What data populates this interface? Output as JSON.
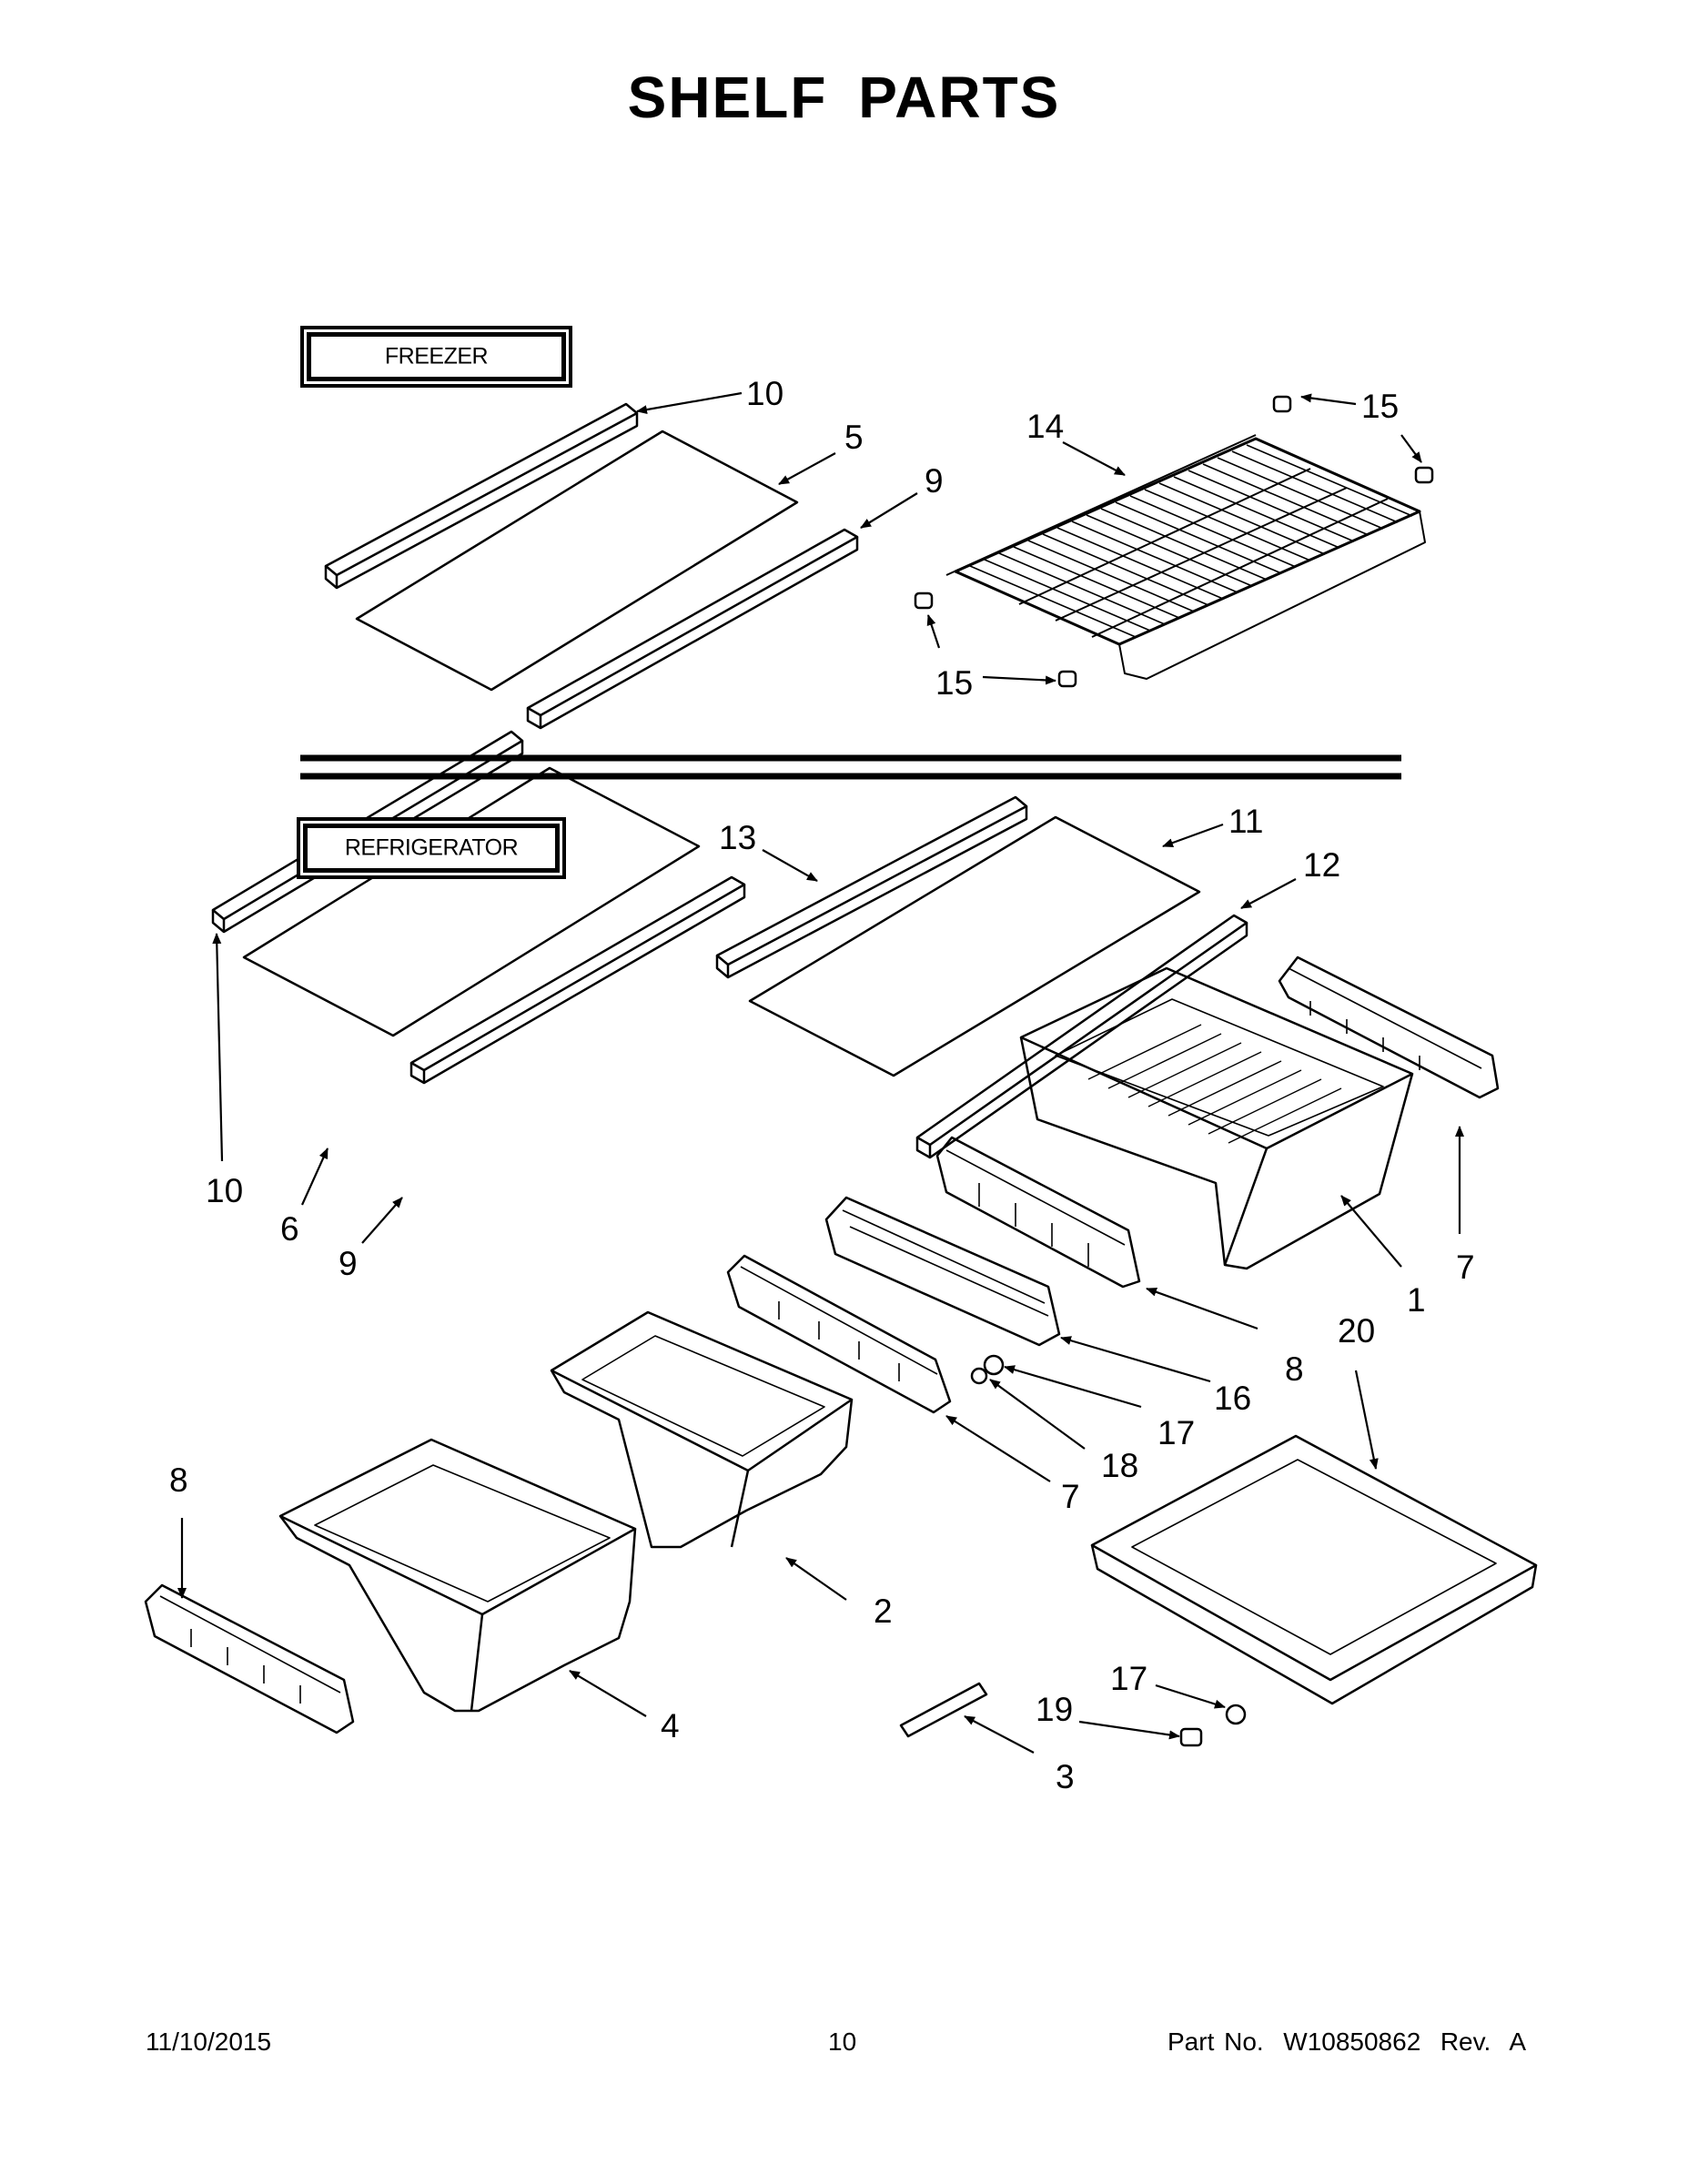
{
  "title": "SHELF PARTS",
  "sections": {
    "freezer": "FREEZER",
    "refrigerator": "REFRIGERATOR"
  },
  "callouts": [
    {
      "id": "c-10a",
      "text": "10"
    },
    {
      "id": "c-5",
      "text": "5"
    },
    {
      "id": "c-9a",
      "text": "9"
    },
    {
      "id": "c-14",
      "text": "14"
    },
    {
      "id": "c-15a",
      "text": "15"
    },
    {
      "id": "c-15b",
      "text": "15"
    },
    {
      "id": "c-13",
      "text": "13"
    },
    {
      "id": "c-11",
      "text": "11"
    },
    {
      "id": "c-12",
      "text": "12"
    },
    {
      "id": "c-10b",
      "text": "10"
    },
    {
      "id": "c-6",
      "text": "6"
    },
    {
      "id": "c-9b",
      "text": "9"
    },
    {
      "id": "c-1",
      "text": "1"
    },
    {
      "id": "c-7a",
      "text": "7"
    },
    {
      "id": "c-8a",
      "text": "8"
    },
    {
      "id": "c-16",
      "text": "16"
    },
    {
      "id": "c-17a",
      "text": "17"
    },
    {
      "id": "c-18",
      "text": "18"
    },
    {
      "id": "c-7b",
      "text": "7"
    },
    {
      "id": "c-20",
      "text": "20"
    },
    {
      "id": "c-8b",
      "text": "8"
    },
    {
      "id": "c-2",
      "text": "2"
    },
    {
      "id": "c-4",
      "text": "4"
    },
    {
      "id": "c-3",
      "text": "3"
    },
    {
      "id": "c-17b",
      "text": "17"
    },
    {
      "id": "c-19",
      "text": "19"
    }
  ],
  "footer": {
    "date": "11/10/2015",
    "page": "10",
    "part": "Part No.  W10850862  Rev.  A"
  }
}
